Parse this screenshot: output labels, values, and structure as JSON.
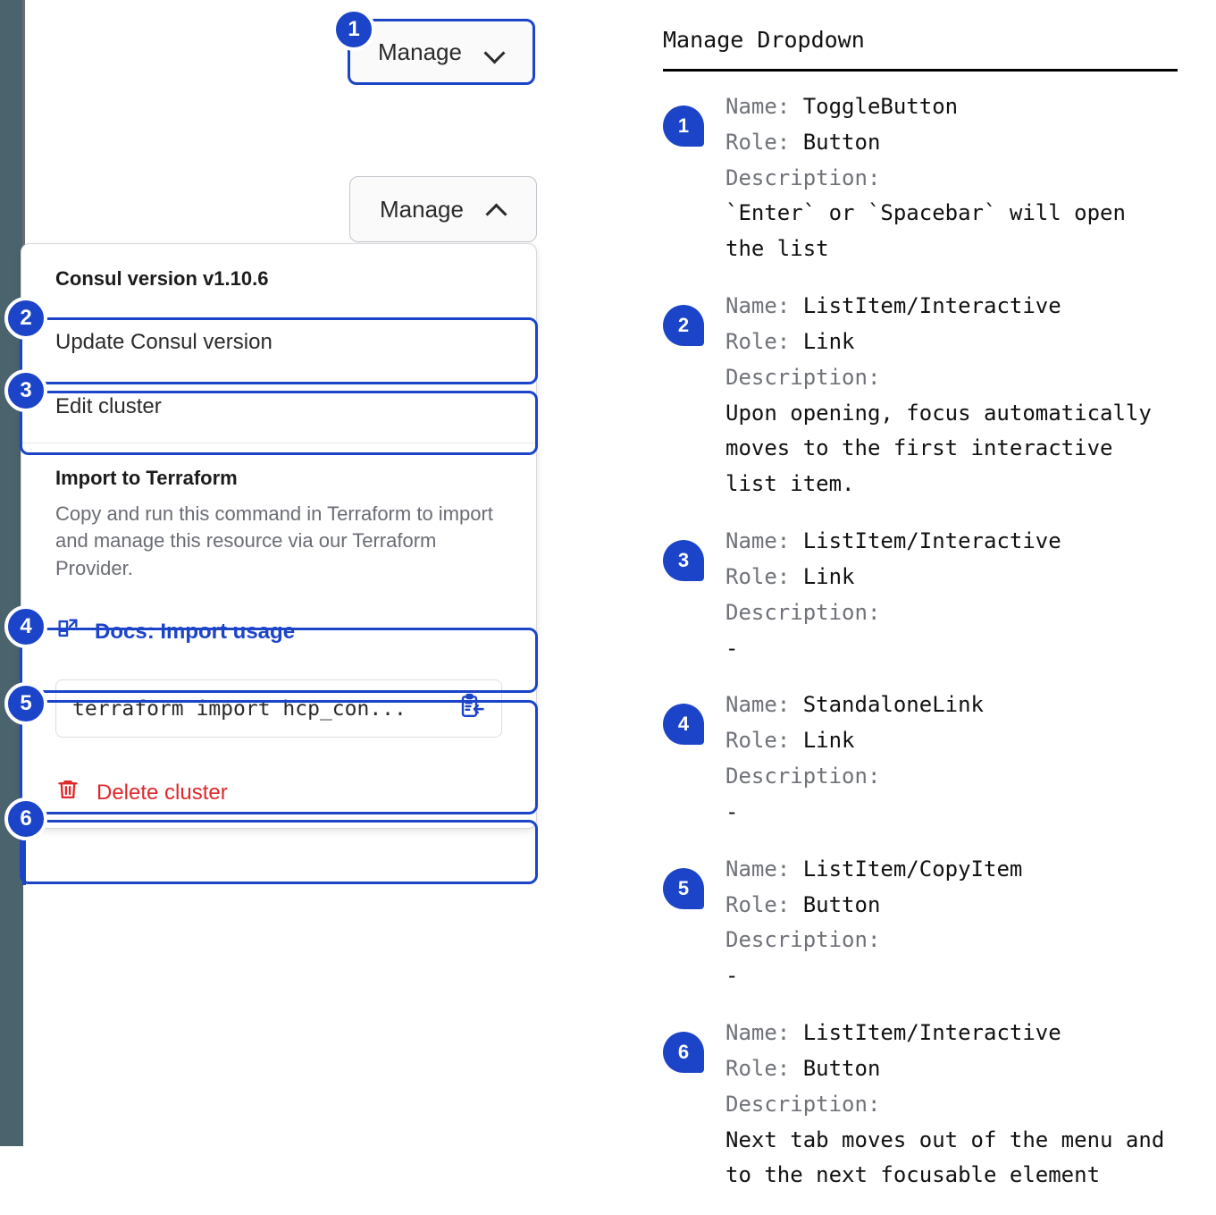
{
  "colors": {
    "accent": "#1b44c8",
    "danger": "#e0282a",
    "edge_band": "#4a636d",
    "muted_text": "#6a6d74"
  },
  "left": {
    "toggle_closed": {
      "label": "Manage",
      "icon": "chevron-down-icon"
    },
    "toggle_open": {
      "label": "Manage",
      "icon": "chevron-up-icon"
    },
    "menu": {
      "version_header": "Consul version v1.10.6",
      "items": [
        {
          "label": "Update Consul version"
        },
        {
          "label": "Edit cluster"
        }
      ],
      "terraform": {
        "title": "Import to Terraform",
        "description": "Copy and run this command in Terraform to import and manage this resource via our Terraform Provider.",
        "docs_link": "Docs: Import usage",
        "docs_icon": "docs-external-link-icon",
        "command": "terraform import hcp_con...",
        "copy_icon": "clipboard-copy-icon"
      },
      "delete": {
        "label": "Delete cluster",
        "icon": "trash-icon"
      }
    },
    "badges": [
      "1",
      "2",
      "3",
      "4",
      "5",
      "6"
    ]
  },
  "right": {
    "title": "Manage Dropdown",
    "labels": {
      "name": "Name:",
      "role": "Role:",
      "description": "Description:"
    },
    "items": [
      {
        "badge": "1",
        "name": "ToggleButton",
        "role": "Button",
        "description": "`Enter` or `Spacebar` will open\nthe list"
      },
      {
        "badge": "2",
        "name": "ListItem/Interactive",
        "role": "Link",
        "description": "Upon opening, focus automatically\nmoves to the first interactive\nlist item."
      },
      {
        "badge": "3",
        "name": "ListItem/Interactive",
        "role": "Link",
        "description": "-"
      },
      {
        "badge": "4",
        "name": "StandaloneLink",
        "role": "Link",
        "description": "-"
      },
      {
        "badge": "5",
        "name": "ListItem/CopyItem",
        "role": "Button",
        "description": "-"
      },
      {
        "badge": "6",
        "name": "ListItem/Interactive",
        "role": "Button",
        "description": "Next tab moves out of the menu and\nto the next focusable element"
      }
    ]
  }
}
